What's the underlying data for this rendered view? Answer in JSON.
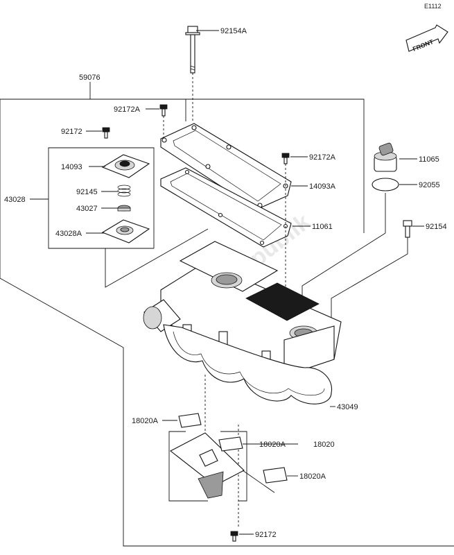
{
  "diagram_code": "E1112",
  "front_badge": "FRONT",
  "watermark": "Parts Republik",
  "labels": {
    "p92154A": "92154A",
    "p59076": "59076",
    "p92172A_top": "92172A",
    "p92172_top": "92172",
    "p14093": "14093",
    "p43028": "43028",
    "p92145": "92145",
    "p43027": "43027",
    "p43028A": "43028A",
    "p92172A_right": "92172A",
    "p14093A": "14093A",
    "p11061": "11061",
    "p11065": "11065",
    "p92055": "92055",
    "p92154": "92154",
    "p43049": "43049",
    "p18020A_left": "18020A",
    "p18020A_mid": "18020A",
    "p18020": "18020",
    "p18020A_low": "18020A",
    "p92172_bottom": "92172"
  }
}
